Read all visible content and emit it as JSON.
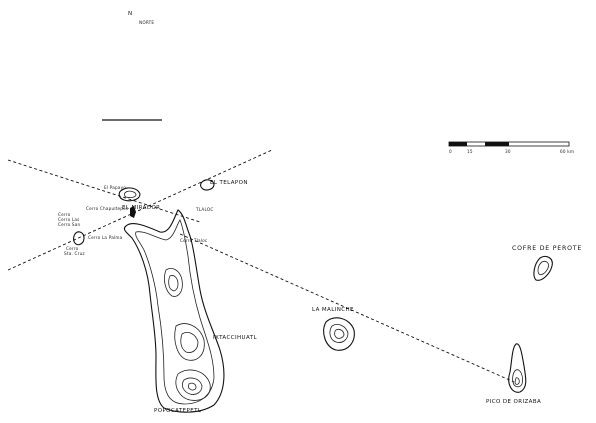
{
  "north_arrow": {
    "symbol": "N",
    "caption": "NORTE"
  },
  "scale_bar": {
    "ticks": [
      "0",
      "15",
      "30",
      "60 km"
    ]
  },
  "places": {
    "ixtaccihuatl": "IXTACCIHUATL",
    "popocatepetl": "POPOCATEPETL",
    "la_malinche": "LA MALINCHE",
    "cofre_de_perote": "COFRE DE PEROTE",
    "pico_de_orizaba": "PICO DE ORIZABA",
    "el_telapon": "EL TELAPON",
    "el_mirador": "EL MIRADOR",
    "tlaloc": "TLALOC",
    "tlaloc_small": "Cerro Tlaloc",
    "chapultepec": "Cerro Chapultepec",
    "la_palma": "Cerro La Palma",
    "el_papayo": "El Papayo",
    "small_left_1": "Cerro",
    "small_left_2": "Cerro Las",
    "small_left_3": "Cerro San",
    "small_south_1": "Cerro",
    "small_south_2": "Sta. Cruz"
  },
  "colors": {
    "ink": "#111111",
    "background": "#ffffff"
  }
}
